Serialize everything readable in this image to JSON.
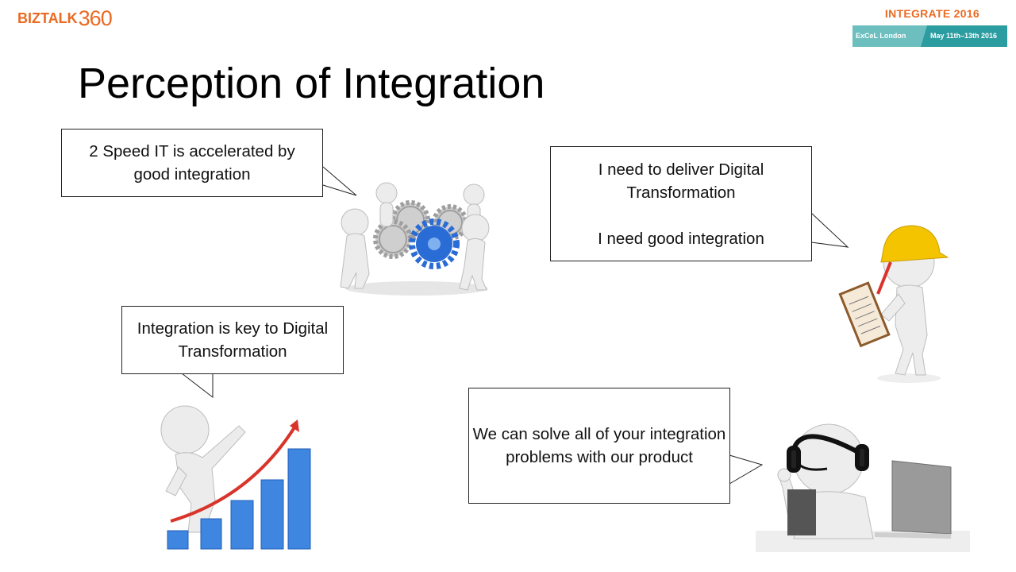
{
  "header": {
    "logo_word": "BIZTALK",
    "logo_number": "360",
    "event_title": "INTEGRATE 2016",
    "event_venue": "ExCeL London",
    "event_dates": "May 11th–13th 2016"
  },
  "slide": {
    "title": "Perception of Integration"
  },
  "bubbles": {
    "b1": "2 Speed IT is accelerated by good integration",
    "b2_line1": "I need to deliver Digital Transformation",
    "b2_line2": "I need good integration",
    "b3": "Integration is key to Digital Transformation",
    "b4": "We can solve all of your integration problems with our product"
  },
  "colors": {
    "brand": "#ea6a22",
    "teal_light": "#6cbfbe",
    "teal_dark": "#2b9ca0",
    "hard_hat": "#f5c400",
    "gear_blue": "#2a6cd6",
    "bar_blue": "#3f86e0",
    "arrow_red": "#d9342b"
  },
  "icons": [
    "gears-team-illustration",
    "construction-worker-illustration",
    "growth-chart-figure-illustration",
    "support-agent-headset-illustration"
  ]
}
